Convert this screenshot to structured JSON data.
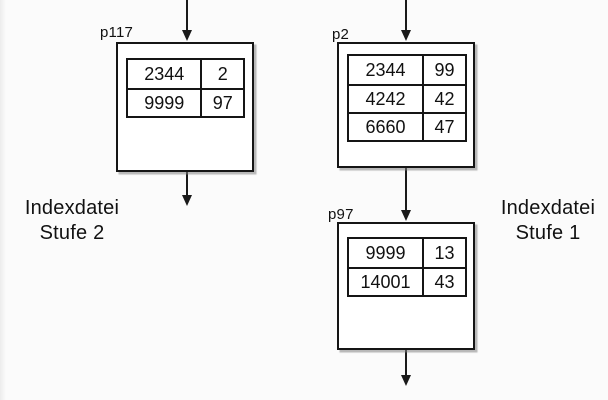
{
  "diagram": {
    "colors": {
      "background": "#fbfbfb",
      "line": "#1a1a1a",
      "box_fill": "#ffffff"
    },
    "nodes": [
      {
        "id": "p117",
        "label": "p117",
        "rows": [
          [
            "2344",
            "2"
          ],
          [
            "9999",
            "97"
          ]
        ]
      },
      {
        "id": "p2",
        "label": "p2",
        "rows": [
          [
            "2344",
            "99"
          ],
          [
            "4242",
            "42"
          ],
          [
            "6660",
            "47"
          ]
        ]
      },
      {
        "id": "p97",
        "label": "p97",
        "rows": [
          [
            "9999",
            "13"
          ],
          [
            "14001",
            "43"
          ]
        ]
      }
    ],
    "captions": [
      {
        "line1": "Indexdatei",
        "line2": "Stufe 2"
      },
      {
        "line1": "Indexdatei",
        "line2": "Stufe 1"
      }
    ]
  }
}
